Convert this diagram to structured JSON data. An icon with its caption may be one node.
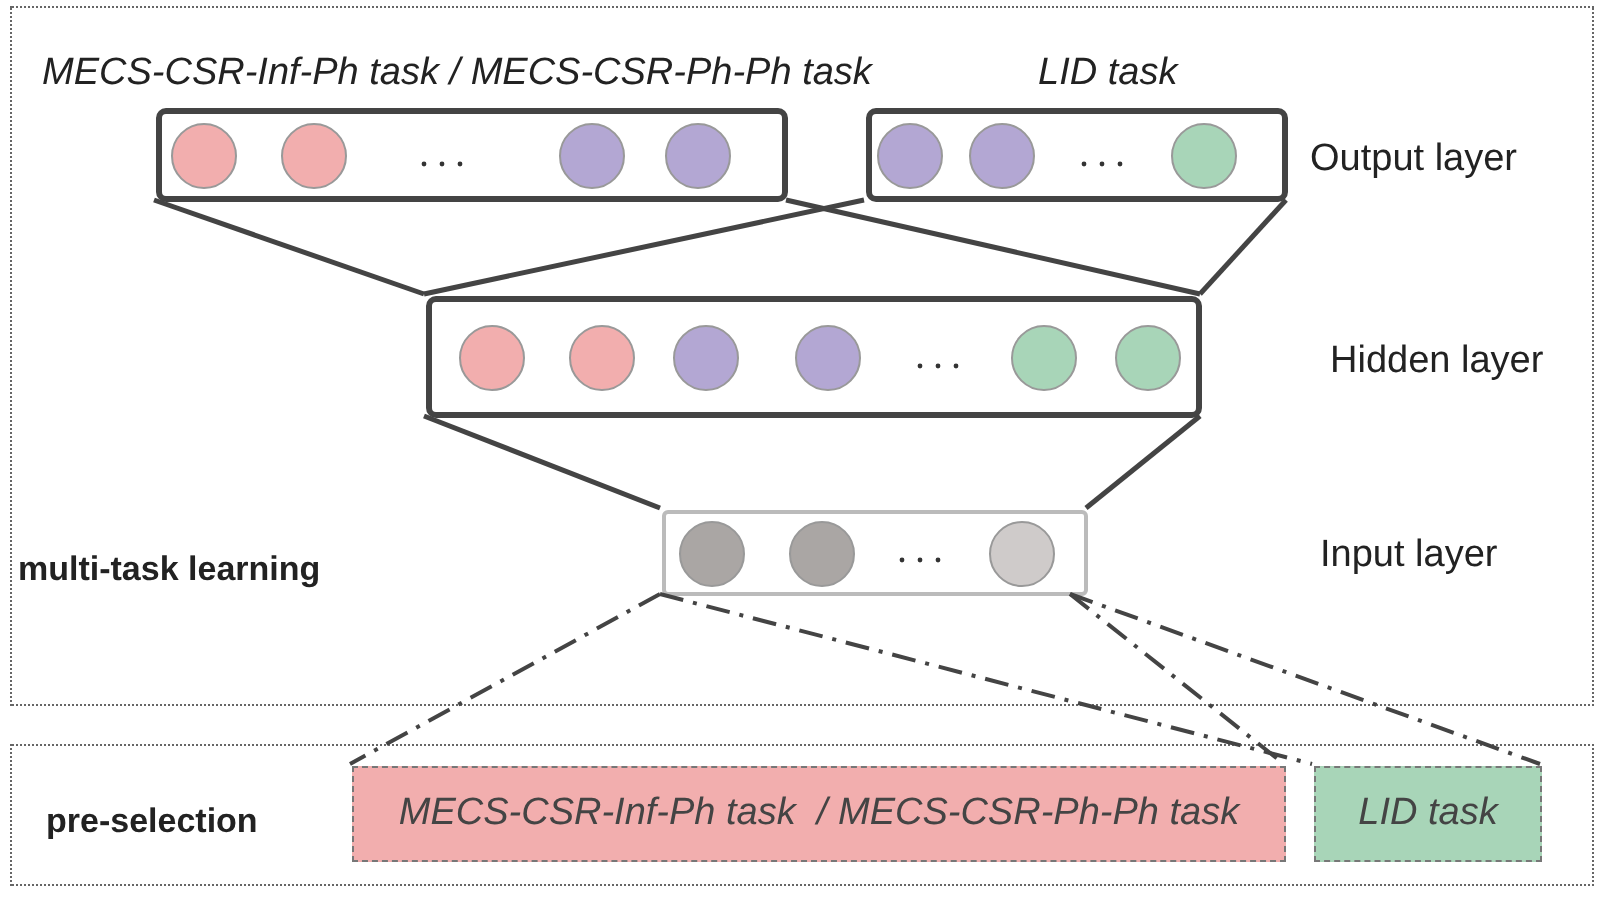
{
  "diagram": {
    "nodes": [
      {
        "text": [
          "multi-task learning"
        ]
      },
      {
        "text": [
          "MECS-CSR-Inf-Ph task / MECS-CSR-Ph-Ph task"
        ],
        "in": 0
      },
      {
        "text": [
          "LID task"
        ],
        "in": 0
      },
      {
        "text": [],
        "shape": "box",
        "in": 0
      },
      {
        "text": [],
        "shape": "box",
        "in": 0
      },
      {
        "text": [
          "pre-selection"
        ]
      },
      {
        "text": [
          "MECS-CSR-Inf-Ph task  / MECS-CSR-Ph-Ph task"
        ],
        "in": 5
      },
      {
        "text": [
          "LID task"
        ],
        "in": 5
      }
    ],
    "edges": [
      {
        "from": 1,
        "to": 3,
        "arrow": "none"
      },
      {
        "from": 1,
        "to": 3,
        "arrow": "none"
      },
      {
        "from": 2,
        "to": 3,
        "arrow": "none"
      },
      {
        "from": 2,
        "to": 3,
        "arrow": "none"
      },
      {
        "from": 3,
        "to": 4,
        "arrow": "none"
      },
      {
        "from": 3,
        "to": 4,
        "arrow": "none"
      },
      {
        "from": 4,
        "to": 6,
        "arrow": "none",
        "style": "dashed"
      },
      {
        "from": 4,
        "to": 7,
        "arrow": "none",
        "style": "dashed"
      },
      {
        "from": 4,
        "to": 6,
        "arrow": "none",
        "style": "dashed"
      },
      {
        "from": 4,
        "to": 7,
        "arrow": "none",
        "style": "dashed"
      }
    ],
    "labels": [
      "Output layer",
      "Hidden layer",
      "Input layer"
    ]
  }
}
